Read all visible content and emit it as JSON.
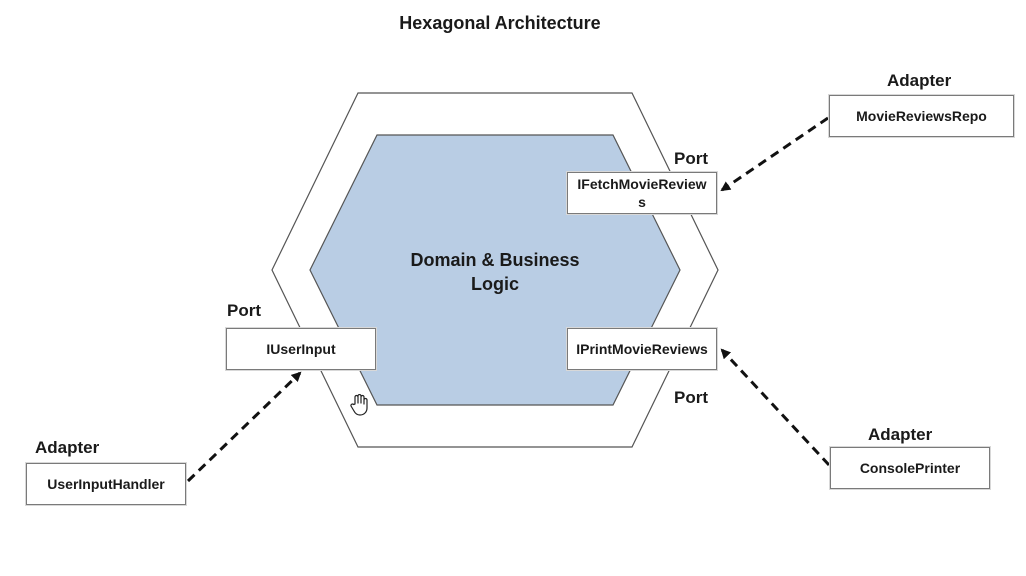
{
  "title": "Hexagonal Architecture",
  "core": {
    "line1": "Domain & Business",
    "line2": "Logic"
  },
  "ports": [
    {
      "label": "Port",
      "name": "IFetchMovieReviews"
    },
    {
      "label": "Port",
      "name": "IPrintMovieReviews"
    },
    {
      "label": "Port",
      "name": "IUserInput"
    }
  ],
  "adapters": [
    {
      "label": "Adapter",
      "name": "MovieReviewsRepo"
    },
    {
      "label": "Adapter",
      "name": "ConsolePrinter"
    },
    {
      "label": "Adapter",
      "name": "UserInputHandler"
    }
  ],
  "colors": {
    "core_fill": "#b9cde4",
    "outline": "#555555",
    "arrow": "#111111"
  },
  "icons": {
    "cursor": "hand-pointer-icon"
  }
}
